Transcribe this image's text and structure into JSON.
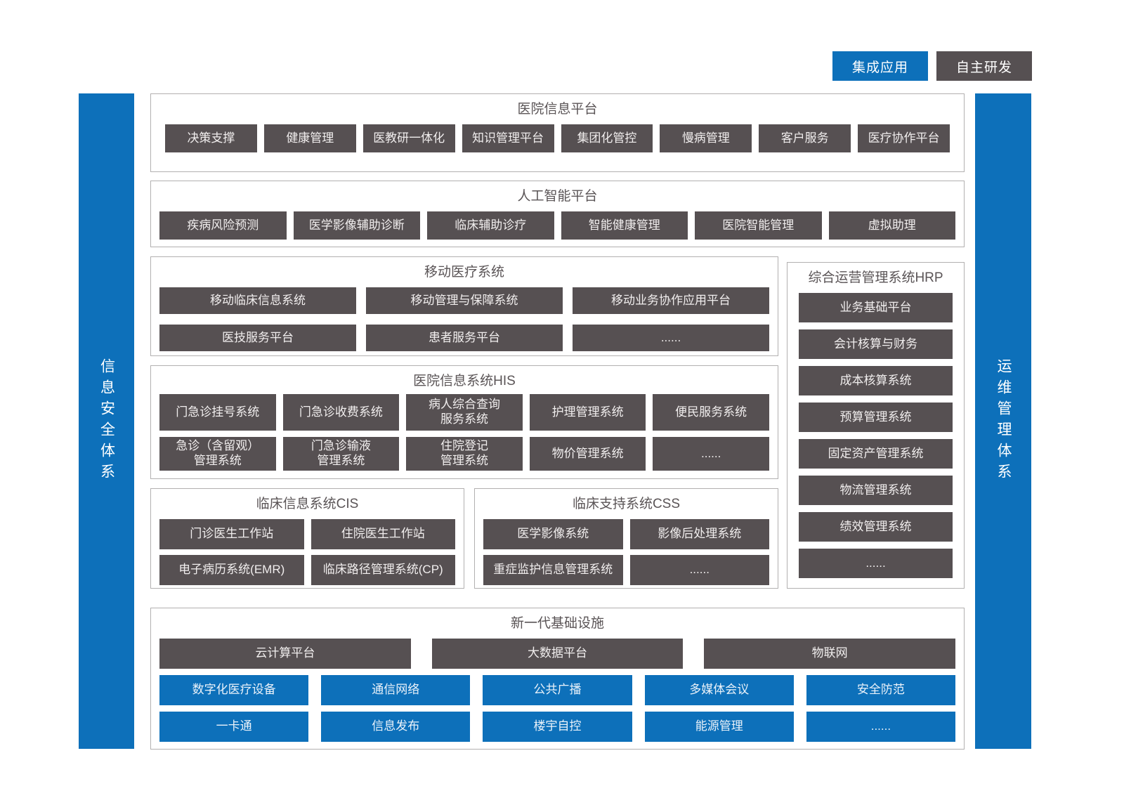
{
  "legend": {
    "integrated_label": "集成应用",
    "self_developed_label": "自主研发"
  },
  "side_bars": {
    "left_label": "信息安全体系",
    "right_label": "运维管理体系"
  },
  "hospital_info_platform": {
    "title": "医院信息平台",
    "items": [
      "决策支撑",
      "健康管理",
      "医教研一体化",
      "知识管理平台",
      "集团化管控",
      "慢病管理",
      "客户服务",
      "医疗协作平台"
    ]
  },
  "ai_platform": {
    "title": "人工智能平台",
    "items": [
      "疾病风险预测",
      "医学影像辅助诊断",
      "临床辅助诊疗",
      "智能健康管理",
      "医院智能管理",
      "虚拟助理"
    ]
  },
  "mobile_medical": {
    "title": "移动医疗系统",
    "row1": [
      "移动临床信息系统",
      "移动管理与保障系统",
      "移动业务协作应用平台"
    ],
    "row2": [
      "医技服务平台",
      "患者服务平台",
      "......"
    ]
  },
  "hrp": {
    "title": "综合运营管理系统HRP",
    "items": [
      "业务基础平台",
      "会计核算与财务",
      "成本核算系统",
      "预算管理系统",
      "固定资产管理系统",
      "物流管理系统",
      "绩效管理系统",
      "......"
    ]
  },
  "his": {
    "title": "医院信息系统HIS",
    "row1": [
      "门急诊挂号系统",
      "门急诊收费系统",
      "病人综合查询\n服务系统",
      "护理管理系统",
      "便民服务系统"
    ],
    "row2": [
      "急诊（含留观）\n管理系统",
      "门急诊输液\n管理系统",
      "住院登记\n管理系统",
      "物价管理系统",
      "......"
    ]
  },
  "cis": {
    "title": "临床信息系统CIS",
    "row1": [
      "门诊医生工作站",
      "住院医生工作站"
    ],
    "row2": [
      "电子病历系统(EMR)",
      "临床路径管理系统(CP)"
    ]
  },
  "css_sys": {
    "title": "临床支持系统CSS",
    "row1": [
      "医学影像系统",
      "影像后处理系统"
    ],
    "row2": [
      "重症监护信息管理系统",
      "......"
    ]
  },
  "infrastructure": {
    "title": "新一代基础设施",
    "dark_row": [
      "云计算平台",
      "大数据平台",
      "物联网"
    ],
    "blue_row1": [
      "数字化医疗设备",
      "通信网络",
      "公共广播",
      "多媒体会议",
      "安全防范"
    ],
    "blue_row2": [
      "一卡通",
      "信息发布",
      "楼宇自控",
      "能源管理",
      "......"
    ]
  },
  "colors": {
    "blue": "#0d70ba",
    "dark_box": "#565052"
  }
}
